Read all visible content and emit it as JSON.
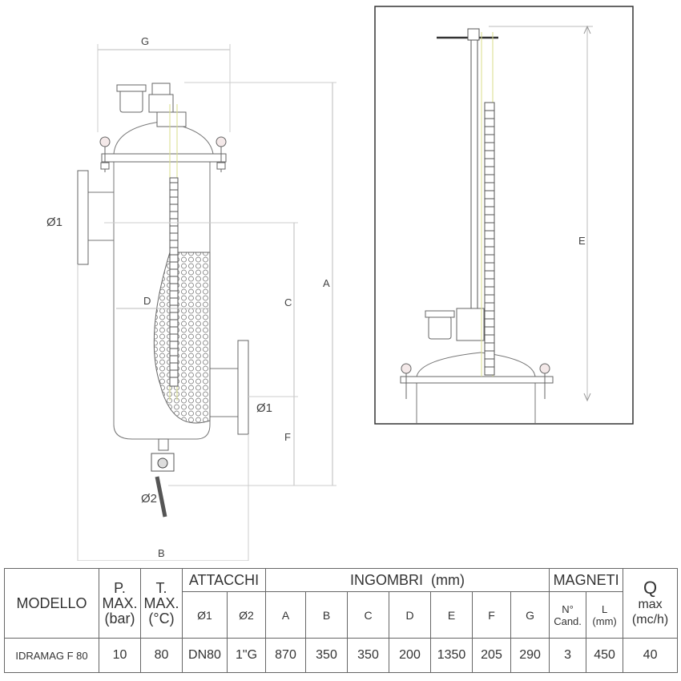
{
  "drawing": {
    "labels": {
      "G": "G",
      "A": "A",
      "C": "C",
      "D": "D",
      "F": "F",
      "B": "B",
      "E": "E",
      "inlet": "Ø1",
      "outlet": "Ø1",
      "drain": "Ø2"
    }
  },
  "table": {
    "headers": {
      "model": "MODELLO",
      "pmax": [
        "P.",
        "MAX.",
        "(bar)"
      ],
      "tmax": [
        "T.",
        "MAX.",
        "(°C)"
      ],
      "connections": "ATTACCHI",
      "dimensions": "INGOMBRI  (mm)",
      "magnets": "MAGNETI",
      "flow": [
        "Q",
        "max",
        "(mc/h)"
      ]
    },
    "subheaders": {
      "d1": "Ø1",
      "d2": "Ø2",
      "A": "A",
      "B": "B",
      "C": "C",
      "D": "D",
      "E": "E",
      "F": "F",
      "G": "G",
      "cand": [
        "N°",
        "Cand."
      ],
      "len": [
        "L",
        "(mm)"
      ]
    },
    "row": {
      "model": "IDRAMAG F 80",
      "pmax": "10",
      "tmax": "80",
      "d1": "DN80",
      "d2": "1\"G",
      "A": "870",
      "B": "350",
      "C": "350",
      "D": "200",
      "E": "1350",
      "F": "205",
      "G": "290",
      "cand": "3",
      "len": "450",
      "flow": "40"
    }
  }
}
